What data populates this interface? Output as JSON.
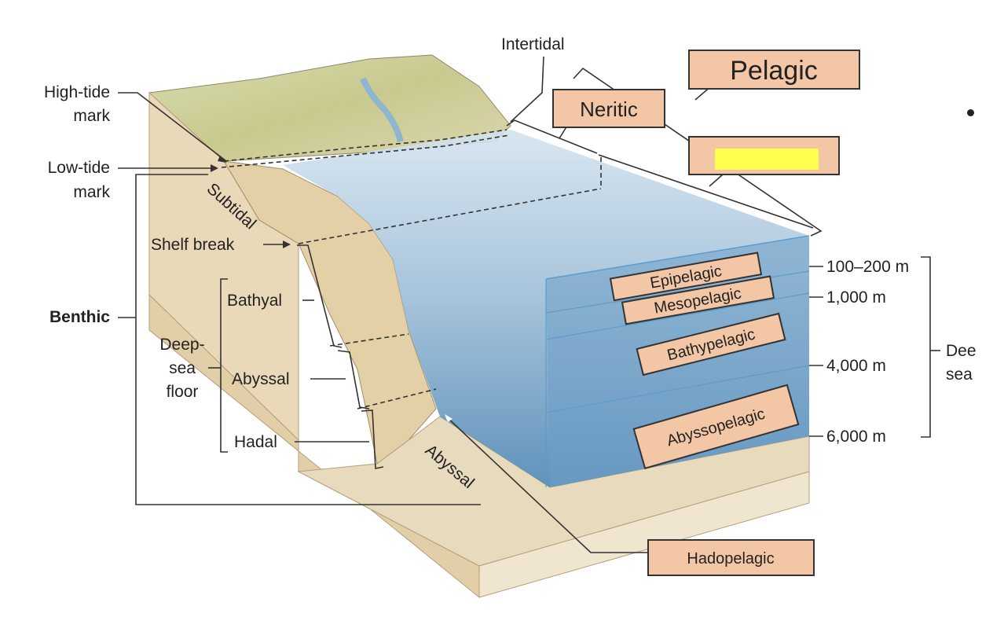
{
  "labels": {
    "intertidal": "Intertidal",
    "high_tide_1": "High-tide",
    "high_tide_2": "mark",
    "low_tide_1": "Low-tide",
    "low_tide_2": "mark",
    "subtidal": "Subtidal",
    "shelf_break": "Shelf break",
    "benthic": "Benthic",
    "bathyal": "Bathyal",
    "deep_sea_floor_1": "Deep-",
    "deep_sea_floor_2": "sea",
    "deep_sea_floor_3": "floor",
    "abyssal": "Abyssal",
    "hadal": "Hadal",
    "abyssal_floor": "Abyssal",
    "deep_sea_1": "Dee",
    "deep_sea_2": "sea"
  },
  "answer_boxes": {
    "pelagic": "Pelagic",
    "neritic": "Neritic",
    "oceanic_hidden": "",
    "epipelagic": "Epipelagic",
    "mesopelagic": "Mesopelagic",
    "bathypelagic": "Bathypelagic",
    "abyssopelagic": "Abyssopelagic",
    "hadopelagic": "Hadopelagic"
  },
  "depths": {
    "d1": "100–200 m",
    "d2": "1,000 m",
    "d3": "4,000 m",
    "d4": "6,000 m"
  },
  "colors": {
    "label_box": "#f3c7a6",
    "highlight": "#ffff4d",
    "sediment": "#ecdcbd",
    "water_light": "#c9dbe8",
    "water_deep": "#5b93bd"
  }
}
